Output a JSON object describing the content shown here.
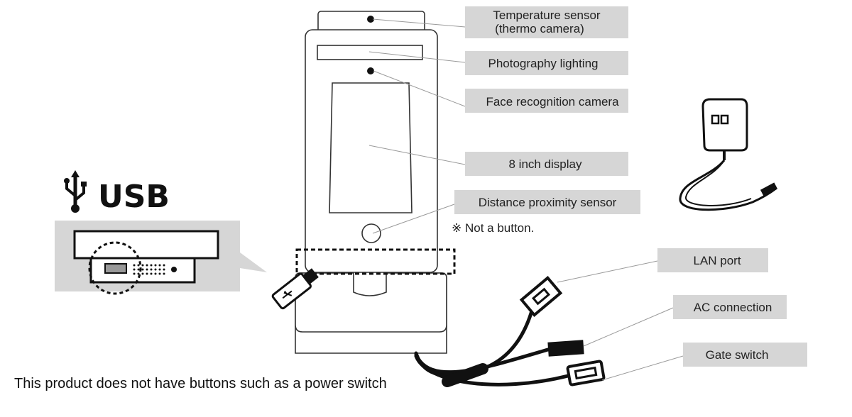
{
  "labels": {
    "temperature_sensor_line1": "Temperature sensor",
    "temperature_sensor_line2": "(thermo camera)",
    "photography_lighting": "Photography lighting",
    "face_recognition_camera": "Face recognition camera",
    "display": "8 inch display",
    "distance_sensor": "Distance proximity sensor",
    "not_a_button": "※ Not a button.",
    "lan_port": "LAN port",
    "ac_connection": "AC connection",
    "gate_switch": "Gate switch"
  },
  "usb_title": "USB",
  "footer_note": "This product does not have buttons such as a power switch",
  "icons": [
    "usb-icon",
    "usb-stick-icon",
    "ac-adapter-icon"
  ]
}
